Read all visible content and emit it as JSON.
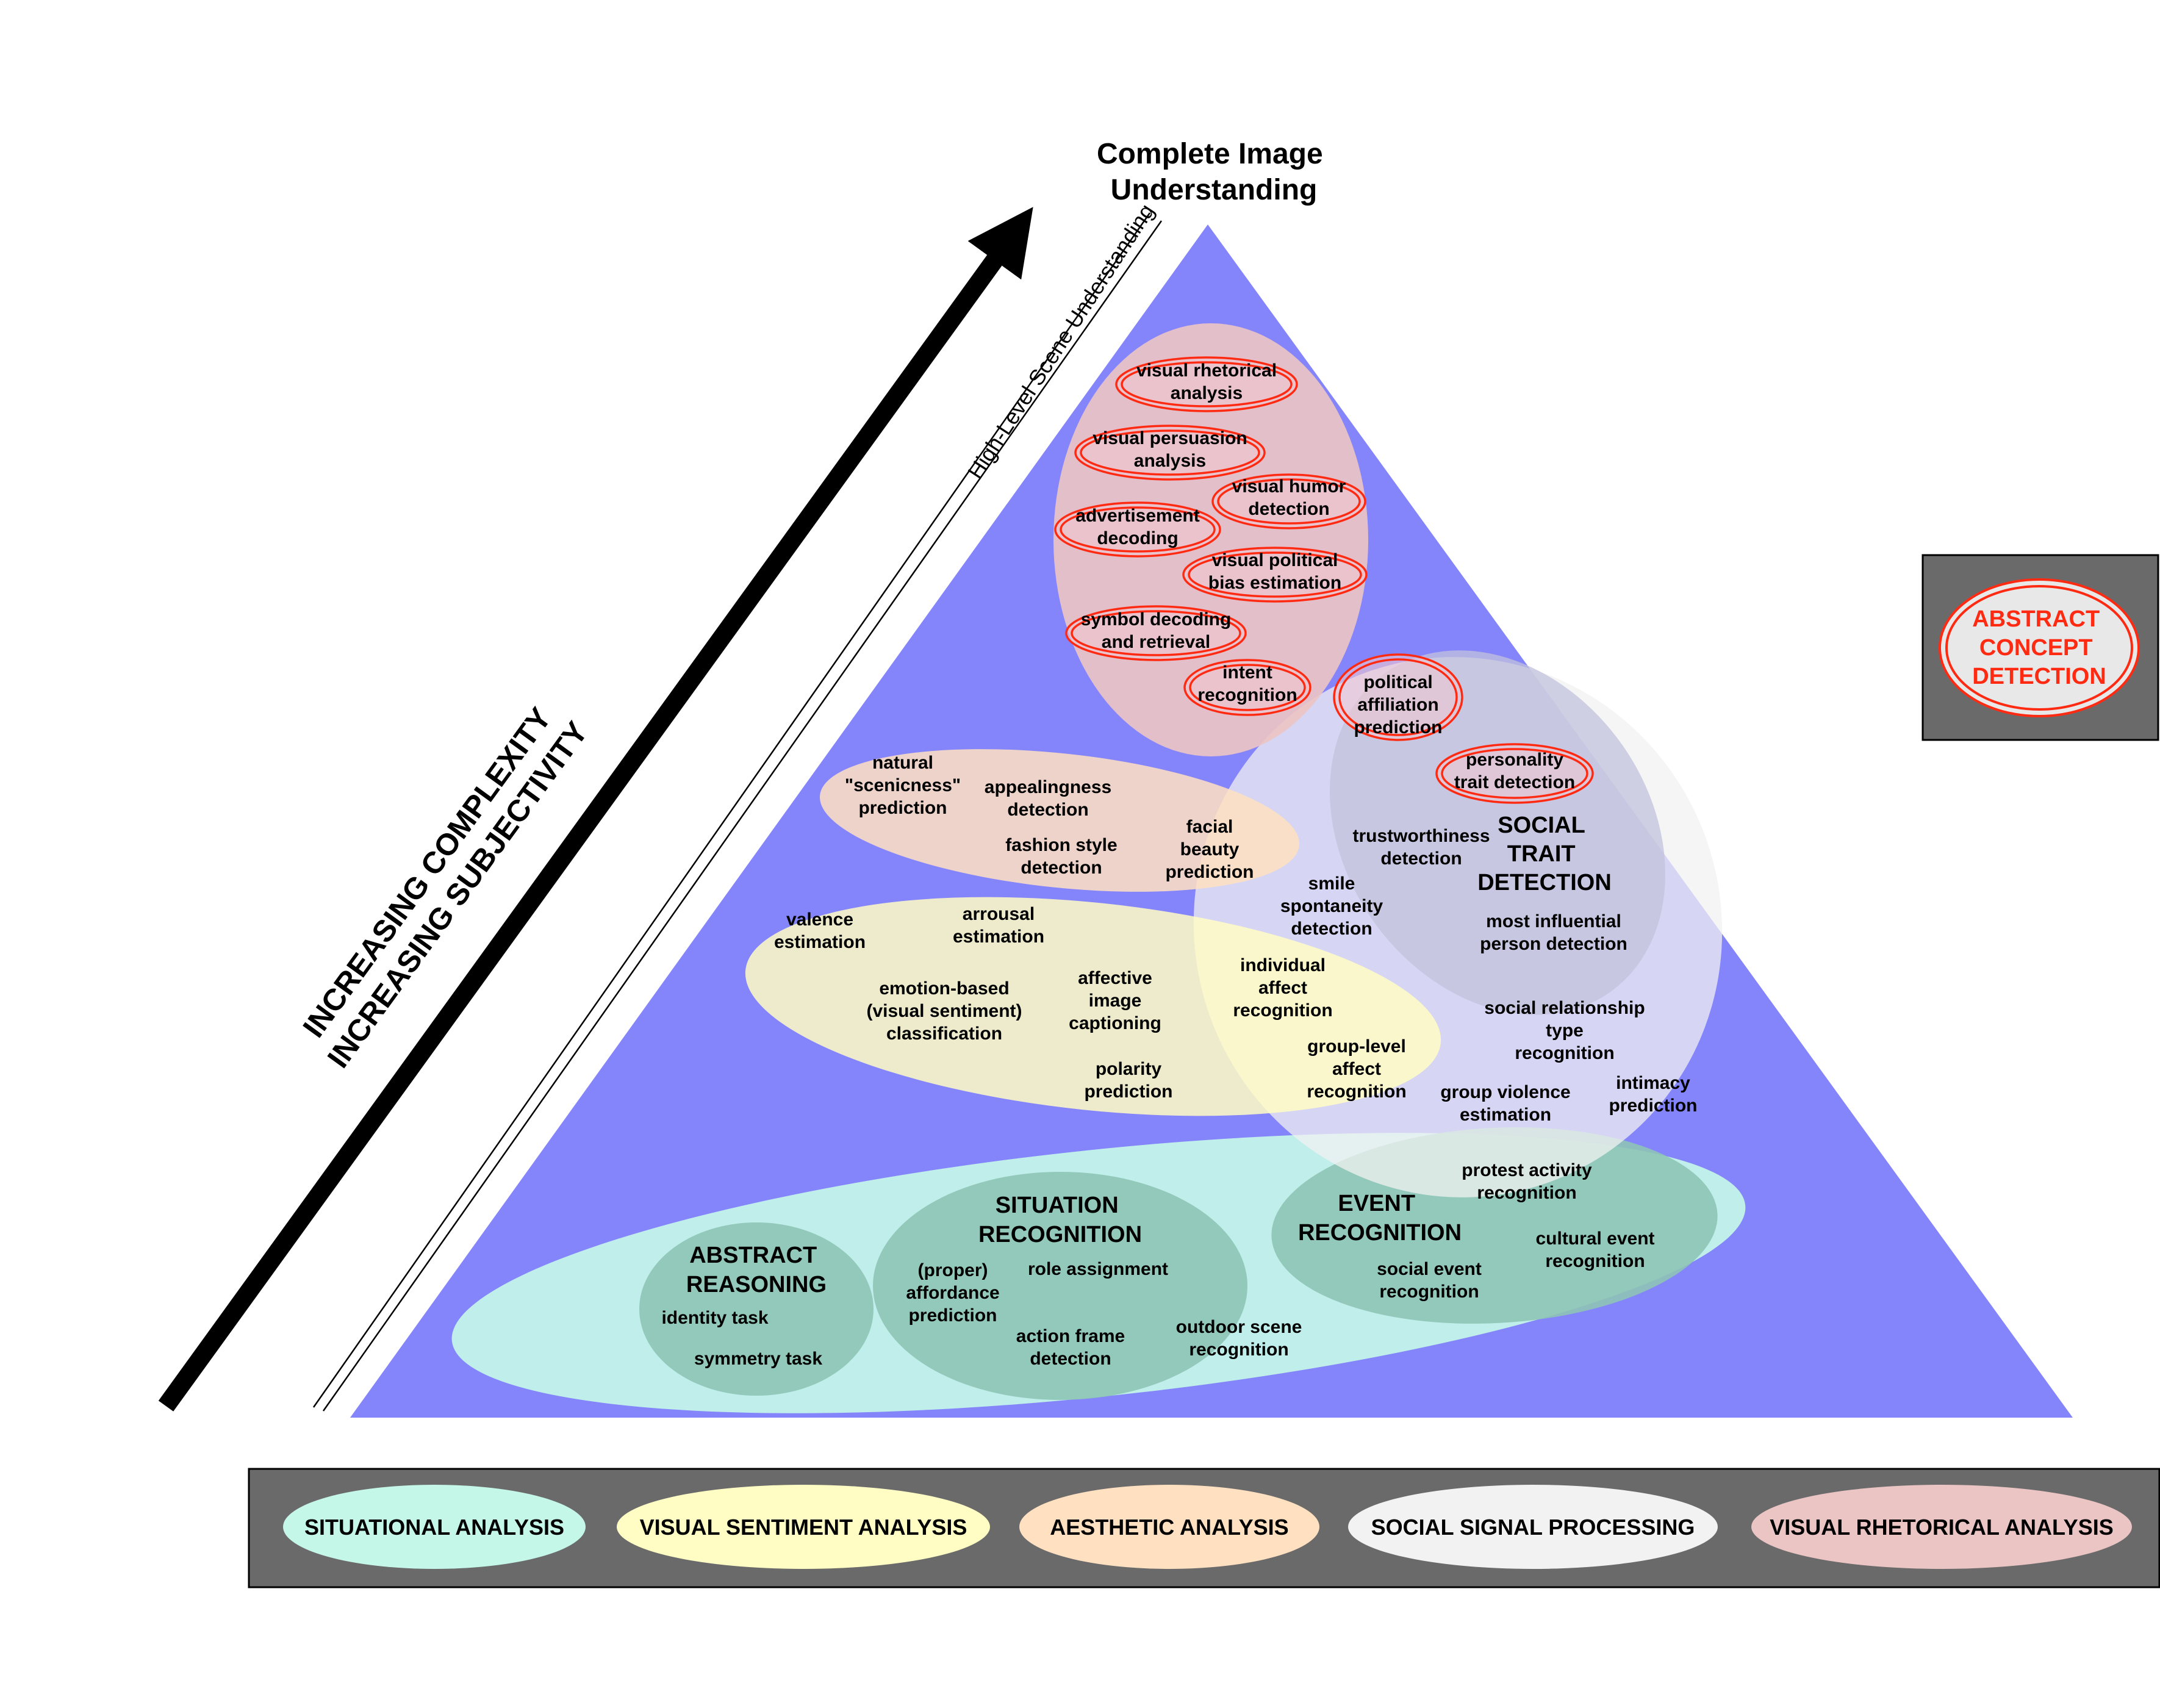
{
  "top_label": [
    "Complete Image",
    "Understanding"
  ],
  "axis_label": [
    "INCREASING COMPLEXITY",
    "INCREASING SUBJECTIVITY"
  ],
  "high_level_label": "High-Level Scene Understanding",
  "abstract_concept_box": [
    "ABSTRACT",
    "CONCEPT",
    "DETECTION"
  ],
  "colors": {
    "pyramid": "#8585fb",
    "situational": "#c5f7e8",
    "visual_sentiment": "#fffdc3",
    "aesthetic": "#ffe0c0",
    "social_signal": "#f2f2f2",
    "visual_rhetorical": "#ebc4c4",
    "abstract_red": "#ff2a12",
    "legend_bar": "#6a6a6a"
  },
  "legend": [
    {
      "label": "SITUATIONAL ANALYSIS"
    },
    {
      "label": "VISUAL SENTIMENT ANALYSIS"
    },
    {
      "label": "AESTHETIC ANALYSIS"
    },
    {
      "label": "SOCIAL SIGNAL PROCESSING"
    },
    {
      "label": "VISUAL RHETORICAL ANALYSIS"
    }
  ],
  "clusters": {
    "abstract_reasoning": [
      "ABSTRACT",
      "REASONING"
    ],
    "situation_recognition": [
      "SITUATION",
      "RECOGNITION"
    ],
    "event_recognition": [
      "EVENT",
      "RECOGNITION"
    ],
    "social_trait": [
      "SOCIAL",
      "TRAIT",
      "DETECTION"
    ]
  },
  "tasks": {
    "identity_task": [
      "identity task"
    ],
    "symmetry_task": [
      "symmetry task"
    ],
    "affordance": [
      "(proper)",
      "affordance",
      "prediction"
    ],
    "role_assignment": [
      "role assignment"
    ],
    "action_frame": [
      "action frame",
      "detection"
    ],
    "outdoor_scene": [
      "outdoor scene",
      "recognition"
    ],
    "social_event": [
      "social event",
      "recognition"
    ],
    "cultural_event": [
      "cultural event",
      "recognition"
    ],
    "protest_activity": [
      "protest activity",
      "recognition"
    ],
    "valence": [
      "valence",
      "estimation"
    ],
    "arrousal": [
      "arrousal",
      "estimation"
    ],
    "emotion_based": [
      "emotion-based",
      "(visual sentiment)",
      "classification"
    ],
    "affective_captioning": [
      "affective",
      "image",
      "captioning"
    ],
    "polarity": [
      "polarity",
      "prediction"
    ],
    "individual_affect": [
      "individual",
      "affect",
      "recognition"
    ],
    "group_affect": [
      "group-level",
      "affect",
      "recognition"
    ],
    "scenicness": [
      "natural",
      "\"scenicness\"",
      "prediction"
    ],
    "appealingness": [
      "appealingness",
      "detection"
    ],
    "fashion_style": [
      "fashion style",
      "detection"
    ],
    "facial_beauty": [
      "facial",
      "beauty",
      "prediction"
    ],
    "smile_spontaneity": [
      "smile",
      "spontaneity",
      "detection"
    ],
    "trustworthiness": [
      "trustworthiness",
      "detection"
    ],
    "most_influential": [
      "most influential",
      "person detection"
    ],
    "social_relationship": [
      "social relationship",
      "type",
      "recognition"
    ],
    "intimacy": [
      "intimacy",
      "prediction"
    ],
    "group_violence": [
      "group violence",
      "estimation"
    ],
    "political_affiliation": [
      "political",
      "affiliation",
      "prediction"
    ],
    "personality_trait": [
      "personality",
      "trait detection"
    ],
    "visual_rhetorical": [
      "visual rhetorical",
      "analysis"
    ],
    "visual_persuasion": [
      "visual persuasion",
      "analysis"
    ],
    "visual_humor": [
      "visual humor",
      "detection"
    ],
    "advertisement": [
      "advertisement",
      "decoding"
    ],
    "visual_political": [
      "visual political",
      "bias estimation"
    ],
    "symbol_decoding": [
      "symbol decoding",
      "and retrieval"
    ],
    "intent_recognition": [
      "intent",
      "recognition"
    ]
  }
}
